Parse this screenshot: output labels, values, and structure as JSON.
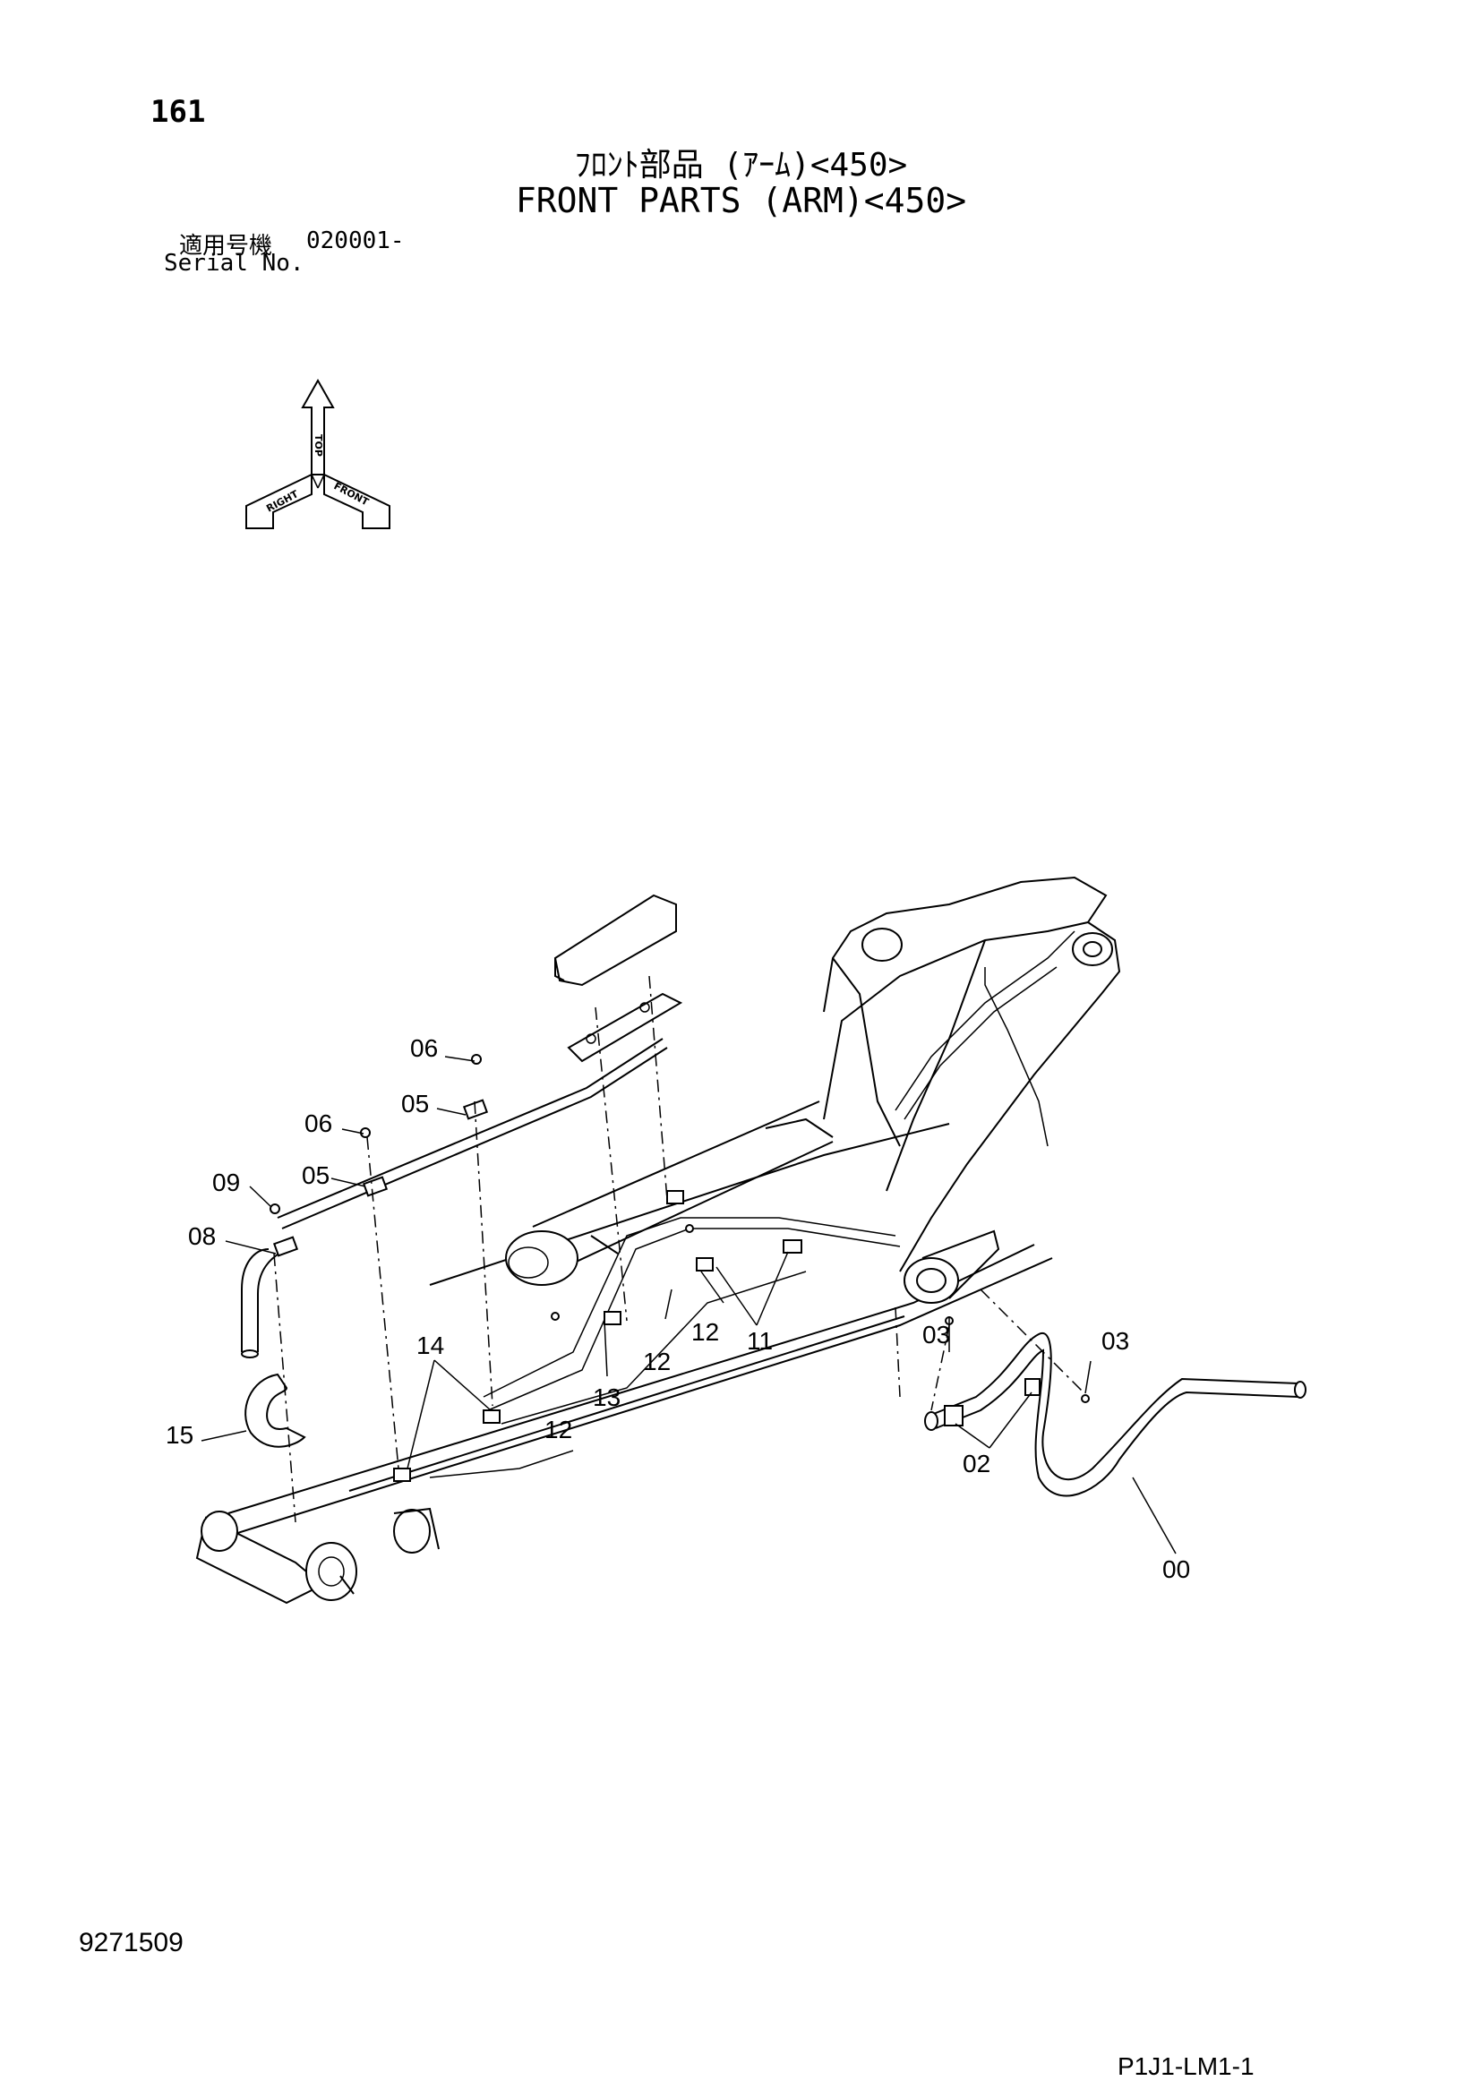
{
  "header": {
    "page_number": "161",
    "title_jp": "ﾌﾛﾝﾄ部品 (ｱｰﾑ)<450>",
    "title_en": "FRONT PARTS (ARM)<450>",
    "serial_label_jp": "適用号機",
    "serial_label_en": "Serial No.",
    "serial_value": "020001-"
  },
  "orientation_indicator": {
    "top": "TOP",
    "right": "RIGHT",
    "front": "FRONT"
  },
  "callouts": [
    "06",
    "05",
    "06",
    "05",
    "09",
    "08",
    "15",
    "14",
    "12",
    "13",
    "12",
    "12",
    "11",
    "03",
    "03",
    "02",
    "00"
  ],
  "footer": {
    "document_number": "9271509",
    "page_code": "P1J1-LM1-1"
  }
}
